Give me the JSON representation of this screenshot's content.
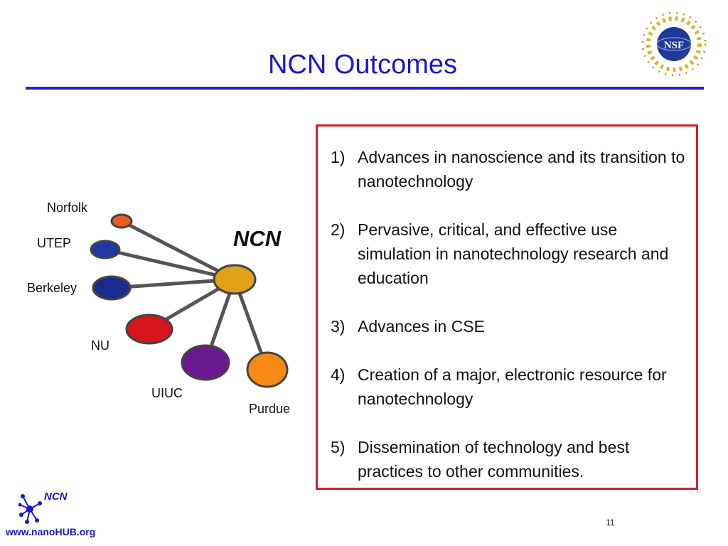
{
  "slide": {
    "title": "NCN Outcomes",
    "page_number": "11"
  },
  "logo": {
    "nsf_text": "NSF"
  },
  "diagram": {
    "hub": {
      "label": "NCN",
      "color": "#e0a317"
    },
    "nodes": [
      {
        "label": "Norfolk",
        "color": "#f05a22"
      },
      {
        "label": "UTEP",
        "color": "#2236a8"
      },
      {
        "label": "Berkeley",
        "color": "#1b2a8e"
      },
      {
        "label": "NU",
        "color": "#d8141c"
      },
      {
        "label": "UIUC",
        "color": "#6a1a8e"
      },
      {
        "label": "Purdue",
        "color": "#f78a12"
      }
    ]
  },
  "outcomes": [
    {
      "num": "1)",
      "text": "Advances in nanoscience and its transition to nanotechnology"
    },
    {
      "num": "2)",
      "text": "Pervasive, critical, and effective use simulation in nanotechnology research and education"
    },
    {
      "num": "3)",
      "text": "Advances in CSE"
    },
    {
      "num": "4)",
      "text": "Creation of a major, electronic resource for nanotechnology"
    },
    {
      "num": "5)",
      "text": "Dissemination of technology and best practices to other communities."
    }
  ],
  "footer": {
    "brand": "NCN",
    "url": "www.nanoHUB.org"
  },
  "colors": {
    "title": "#1a18c8",
    "box_border": "#d81e2a",
    "spoke": "#555555"
  }
}
